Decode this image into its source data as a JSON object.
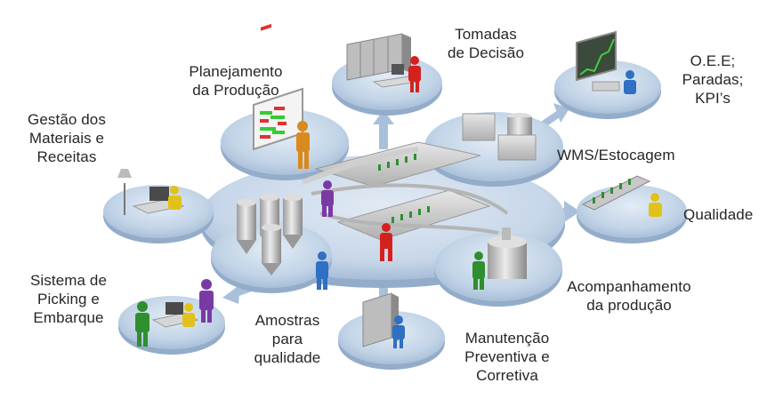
{
  "labels": {
    "tomadas": "Tomadas\nde Decisão",
    "planejamento": "Planejamento\nda Produção",
    "oee": "O.E.E;\nParadas;\nKPI’s",
    "gestao": "Gestão dos\nMateriais e\nReceitas",
    "wms": "WMS/Estocagem",
    "qualidade": "Qualidade",
    "picking": "Sistema de\nPicking e\nEmbarque",
    "acompanhamento": "Acompanhamento\nda produção",
    "amostras": "Amostras\npara\nqualidade",
    "manutencao": "Manutenção\nPreventiva e\nCorretiva"
  },
  "colors": {
    "disc_top": "#c5d6e8",
    "disc_edge": "#8fa8c6",
    "arrow": "#a9c0da",
    "machine": "#d4d4d4",
    "machine_dark": "#9a9a9a",
    "figure_yellow": "#e2c21a",
    "figure_red": "#d3221e",
    "figure_blue": "#2f6fc4",
    "figure_green": "#2f8f2f",
    "figure_purple": "#7a3aa6",
    "figure_orange": "#d98a1c"
  },
  "icons": [
    "server-rack-icon",
    "monitor-chart-icon",
    "board-icon",
    "lamp-icon",
    "silo-icon",
    "reactor-icon",
    "conveyor-icon",
    "workstation-icon",
    "cabinet-icon",
    "person-icon"
  ]
}
